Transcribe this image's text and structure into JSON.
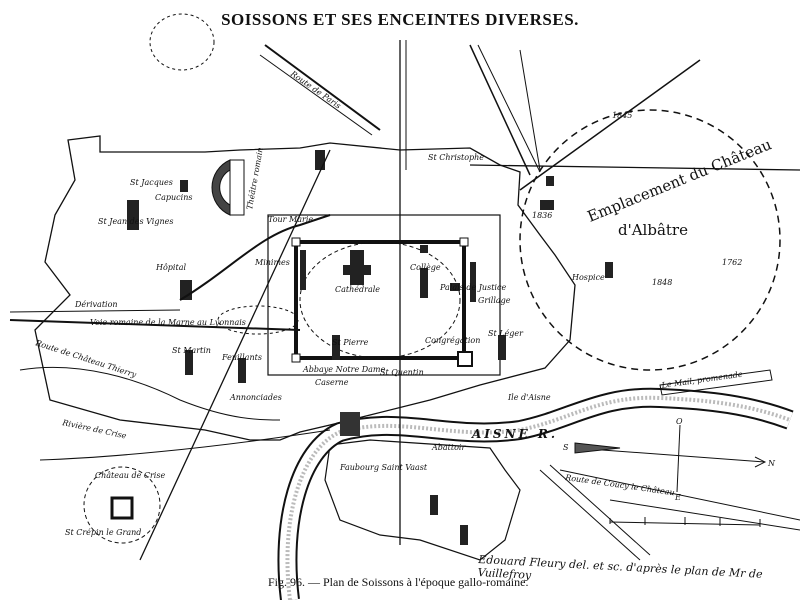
{
  "title": "SOISSONS ET SES ENCEINTES DIVERSES.",
  "caption": "Fig. 96. — Plan de Soissons à l'époque gallo-romaine.",
  "credit": "Edouard Fleury del. et sc. d'après le plan de Mr de Vuillefroy",
  "map": {
    "labels": {
      "chateau_1": "Emplacement du Château",
      "chateau_2": "d'Albâtre",
      "aisne": "AISNE R.",
      "ile_aisne": "Ile d'Aisne",
      "le_mail": "Le Mail, promenade",
      "route_paris": "Route de Paris",
      "st_christophe": "St Christophe",
      "st_jacques": "St Jacques",
      "capucins": "Capucins",
      "st_jean": "St Jean des Vignes",
      "hopital": "Hôpital",
      "derivation": "Dérivation",
      "voie_romaine": "Voie romaine de la Marne au Lyonnais",
      "route_chateau_thierry": "Route de Château Thierry",
      "st_martin": "St Martin",
      "feuillants": "Feuillants",
      "minimes": "Minimes",
      "annonciades": "Annonciades",
      "cathedrale": "Cathédrale",
      "college": "Collège",
      "palais_justice": "Palais de Justice",
      "st_pierre": "St Pierre",
      "abbaye_nd": "Abbaye Notre Dame",
      "caserne": "Caserne",
      "st_quentin": "St Quentin",
      "congregation": "Congrégation",
      "st_leger": "St Léger",
      "grillage": "Grillage",
      "faubourg": "Faubourg Saint Vaast",
      "abattoir": "Abattoir",
      "route_coucy": "Route de Coucy le Château",
      "chateau_crise": "Château de Crise",
      "riviere_crise": "Rivière de Crise",
      "st_crepin": "St Crépin le Grand",
      "theatre": "Théâtre romain",
      "cour_marie": "Tour Marie",
      "hospice": "Hospice",
      "compass_n": "N",
      "compass_s": "S",
      "compass_o": "O",
      "compass_e": "E",
      "year_1836": "1836",
      "year_1848": "1848",
      "year_1762": "1762",
      "year_1845": "1845"
    }
  }
}
